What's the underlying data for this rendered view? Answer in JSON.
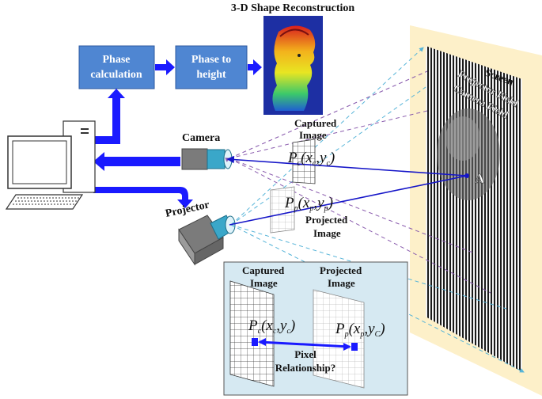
{
  "title": "3-D Shape Reconstruction",
  "boxes": {
    "phase_calc": [
      "Phase",
      "calculation"
    ],
    "phase_height": [
      "Phase to",
      "height"
    ]
  },
  "labels": {
    "camera": "Camera",
    "projector": "Projector",
    "screen": "Screen",
    "projector_field": "Projector Field",
    "camera_field": "Camera Field",
    "point_a": "A",
    "captured_image": [
      "Captured",
      "Image"
    ],
    "projected_image": [
      "Projected",
      "Image"
    ],
    "pc_point": {
      "base": "P",
      "sub_main": "c",
      "args": "(x",
      "sub_x": "c",
      "comma": ",y",
      "sub_y": "c",
      "close": ")"
    },
    "pp_point": {
      "base": "P",
      "sub_main": "p",
      "args": "(x",
      "sub_x": "p",
      "comma": ",y",
      "sub_y": "p",
      "close": ")"
    }
  },
  "inset": {
    "captured_image": [
      "Captured",
      "Image"
    ],
    "projected_image": [
      "Projected",
      "Image"
    ],
    "pc_point": {
      "base": "P",
      "sub_main": "c",
      "args": "(x",
      "sub_x": "c",
      "comma": ",y",
      "sub_y": "c",
      "close": ")"
    },
    "pp_point": {
      "base": "P",
      "sub_main": "p",
      "args": "(x",
      "sub_x": "p",
      "comma": ",y",
      "sub_y": "C",
      "close": ")"
    },
    "relationship": [
      "Pixel",
      "Relationship?"
    ]
  },
  "colors": {
    "arrow_blue": "#1a1aff",
    "box_fill": "#4f86d2",
    "screen_fill": "#fdf0c9",
    "inset_fill": "#d6e9f2",
    "dashed_projector": "#56b4d8",
    "dashed_camera": "#8a5cae",
    "ray_blue": "#1515c8"
  }
}
